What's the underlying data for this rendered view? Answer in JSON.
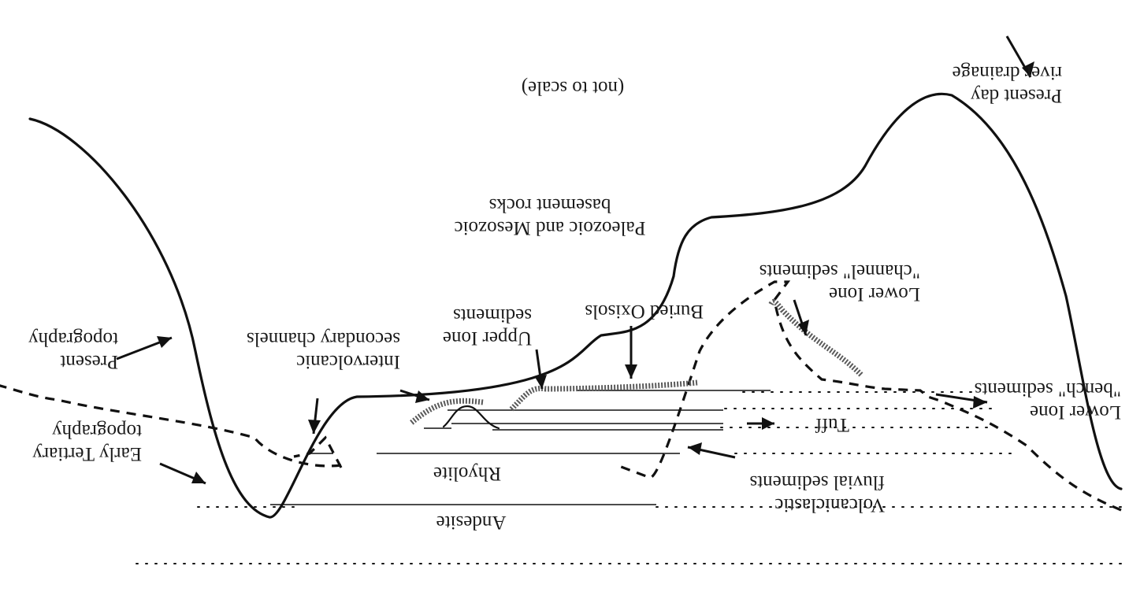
{
  "figure": {
    "orientation": "upside-down",
    "scale_note": "(not to scale)",
    "labels": {
      "present_day_river": "Present day\nriver drainage",
      "basement": "Paleozoic and Mesozoic\nbasement rocks",
      "lower_ione_channel": "Lower Ione\n\"channel\" sediments",
      "buried_oxisols": "Buried Oxisols",
      "upper_ione": "Upper Ione\nsediments",
      "intervolcanic": "Intervolcanic\nsecondary channels",
      "present_topography": "Present\ntopography",
      "lower_ione_bench": "Lower Ione\n\"bench\" sediments",
      "tuff": "Tuff",
      "early_tertiary": "Early Tertiary\ntopography",
      "rhyolite": "Rhyolite",
      "volcaniclastic": "Volcaniclastic\nfluvial sediments",
      "andesite": "Andesite"
    }
  }
}
